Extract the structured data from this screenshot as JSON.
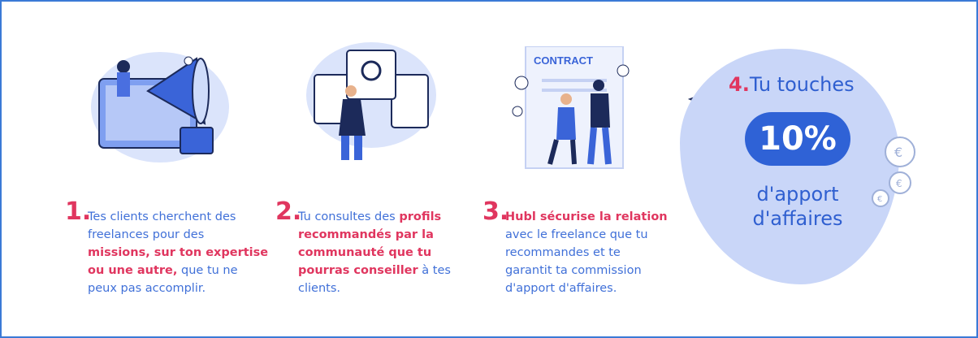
{
  "steps": [
    {
      "num": "1.",
      "lines": [
        [
          {
            "t": "Tes clients cherchent des",
            "pink": false
          }
        ],
        [
          {
            "t": "freelances pour des",
            "pink": false
          }
        ],
        [
          {
            "t": "missions, sur ton expertise",
            "pink": true
          }
        ],
        [
          {
            "t": "ou une autre,",
            "pink": true
          },
          {
            "t": " que tu ne",
            "pink": false
          }
        ],
        [
          {
            "t": "peux pas accomplir.",
            "pink": false
          }
        ]
      ]
    },
    {
      "num": "2.",
      "lines": [
        [
          {
            "t": "Tu consultes des ",
            "pink": false
          },
          {
            "t": "profils",
            "pink": true
          }
        ],
        [
          {
            "t": "recommandés par la",
            "pink": true
          }
        ],
        [
          {
            "t": "communauté que tu",
            "pink": true
          }
        ],
        [
          {
            "t": "pourras conseiller",
            "pink": true
          },
          {
            "t": " à tes",
            "pink": false
          }
        ],
        [
          {
            "t": "clients.",
            "pink": false
          }
        ]
      ]
    },
    {
      "num": "3.",
      "lines": [
        [
          {
            "t": "Hubl sécurise la relation",
            "pink": true
          }
        ],
        [
          {
            "t": "avec le freelance que tu",
            "pink": false
          }
        ],
        [
          {
            "t": "recommandes et te",
            "pink": false
          }
        ],
        [
          {
            "t": "garantit ta commission",
            "pink": false
          }
        ],
        [
          {
            "t": "d'apport d'affaires.",
            "pink": false
          }
        ]
      ]
    }
  ],
  "step4": {
    "num": "4.",
    "title": "Tu touches",
    "percent": "10%",
    "line1": "d'apport",
    "line2": "d'affaires"
  },
  "illustration3": {
    "contract_label": "CONTRACT"
  },
  "colors": {
    "blue": "#4070d8",
    "pink": "#e0365f",
    "blob": "#c9d6f8"
  }
}
